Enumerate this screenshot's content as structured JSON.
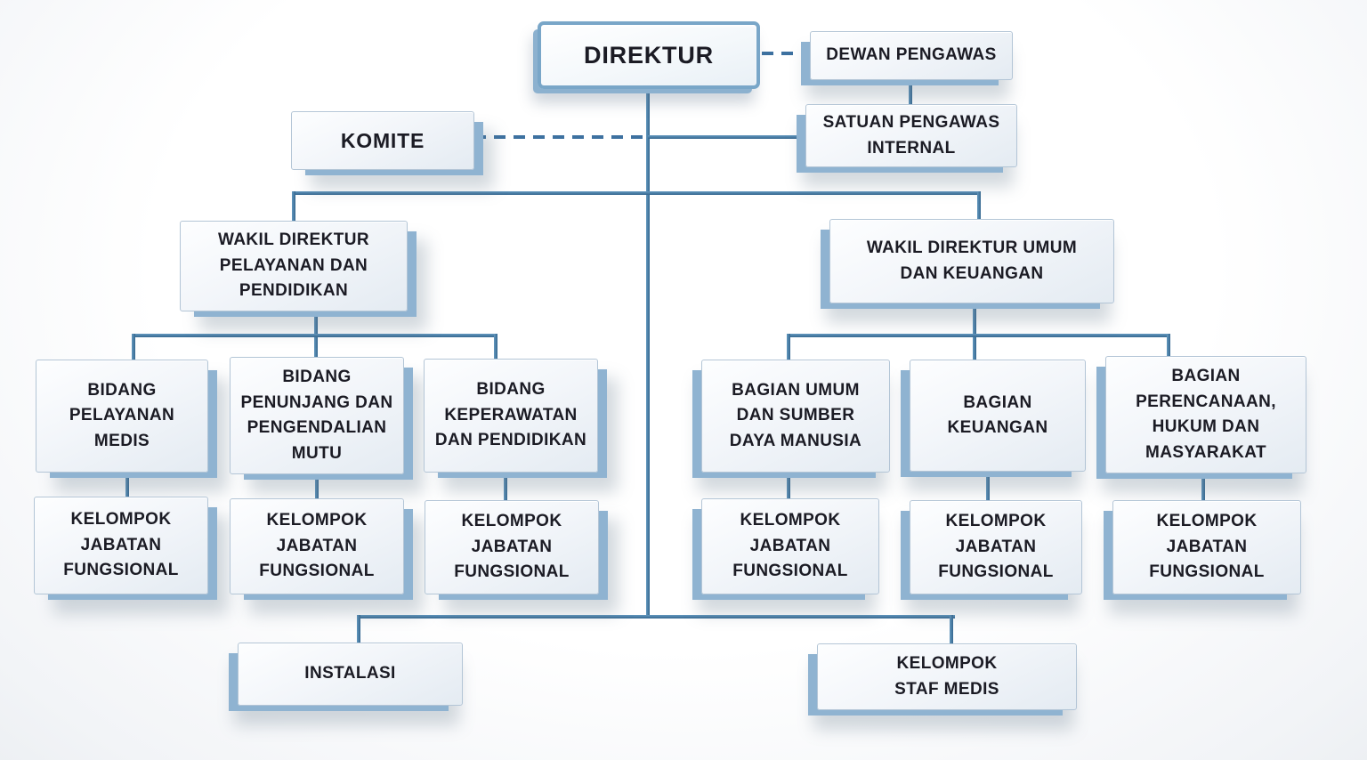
{
  "diagram": {
    "type": "org-chart",
    "nodes": {
      "direktur": "DIREKTUR",
      "dewan_pengawas": "DEWAN PENGAWAS",
      "satuan_pengawas_internal": "SATUAN PENGAWAS\nINTERNAL",
      "komite": "KOMITE",
      "wakil_direktur_pelayanan": "WAKIL DIREKTUR\nPELAYANAN DAN\nPENDIDIKAN",
      "wakil_direktur_umum": "WAKIL DIREKTUR UMUM\nDAN KEUANGAN",
      "bidang_pelayanan_medis": "BIDANG\nPELAYANAN\nMEDIS",
      "bidang_penunjang": "BIDANG\nPENUNJANG DAN\nPENGENDALIAN\nMUTU",
      "bidang_keperawatan": "BIDANG\nKEPERAWATAN\nDAN PENDIDIKAN",
      "bagian_umum_sdm": "BAGIAN UMUM\nDAN SUMBER\nDAYA MANUSIA",
      "bagian_keuangan": "BAGIAN\nKEUANGAN",
      "bagian_perencanaan": "BAGIAN\nPERENCANAAN,\nHUKUM DAN\nMASYARAKAT",
      "kelompok_jabatan_fungsional": "KELOMPOK\nJABATAN\nFUNGSIONAL",
      "instalasi": "INSTALASI",
      "kelompok_staf_medis": "KELOMPOK\nSTAF MEDIS"
    },
    "edges": [
      {
        "from": "direktur",
        "to": "dewan_pengawas",
        "style": "dashed"
      },
      {
        "from": "dewan_pengawas",
        "to": "satuan_pengawas_internal",
        "style": "solid"
      },
      {
        "from": "direktur",
        "to": "satuan_pengawas_internal",
        "style": "solid"
      },
      {
        "from": "komite",
        "to": "direktur",
        "style": "dashed"
      },
      {
        "from": "direktur",
        "to": "wakil_direktur_pelayanan",
        "style": "solid"
      },
      {
        "from": "direktur",
        "to": "wakil_direktur_umum",
        "style": "solid"
      },
      {
        "from": "wakil_direktur_pelayanan",
        "to": "bidang_pelayanan_medis",
        "style": "solid"
      },
      {
        "from": "wakil_direktur_pelayanan",
        "to": "bidang_penunjang",
        "style": "solid"
      },
      {
        "from": "wakil_direktur_pelayanan",
        "to": "bidang_keperawatan",
        "style": "solid"
      },
      {
        "from": "wakil_direktur_umum",
        "to": "bagian_umum_sdm",
        "style": "solid"
      },
      {
        "from": "wakil_direktur_umum",
        "to": "bagian_keuangan",
        "style": "solid"
      },
      {
        "from": "wakil_direktur_umum",
        "to": "bagian_perencanaan",
        "style": "solid"
      },
      {
        "from": "bidang_pelayanan_medis",
        "to": "kelompok_jabatan_fungsional",
        "style": "solid"
      },
      {
        "from": "bidang_penunjang",
        "to": "kelompok_jabatan_fungsional",
        "style": "solid"
      },
      {
        "from": "bidang_keperawatan",
        "to": "kelompok_jabatan_fungsional",
        "style": "solid"
      },
      {
        "from": "bagian_umum_sdm",
        "to": "kelompok_jabatan_fungsional",
        "style": "solid"
      },
      {
        "from": "bagian_keuangan",
        "to": "kelompok_jabatan_fungsional",
        "style": "solid"
      },
      {
        "from": "bagian_perencanaan",
        "to": "kelompok_jabatan_fungsional",
        "style": "solid"
      },
      {
        "from": "direktur",
        "to": "instalasi",
        "style": "solid"
      },
      {
        "from": "direktur",
        "to": "kelompok_staf_medis",
        "style": "solid"
      }
    ],
    "colors": {
      "line": "#3D71A0",
      "box_face": "#F3F6FA",
      "box_side": "#8FB3D1",
      "box_border": "#B3C5D6",
      "root_border": "#79A6C8",
      "text": "#1B1B24"
    }
  }
}
